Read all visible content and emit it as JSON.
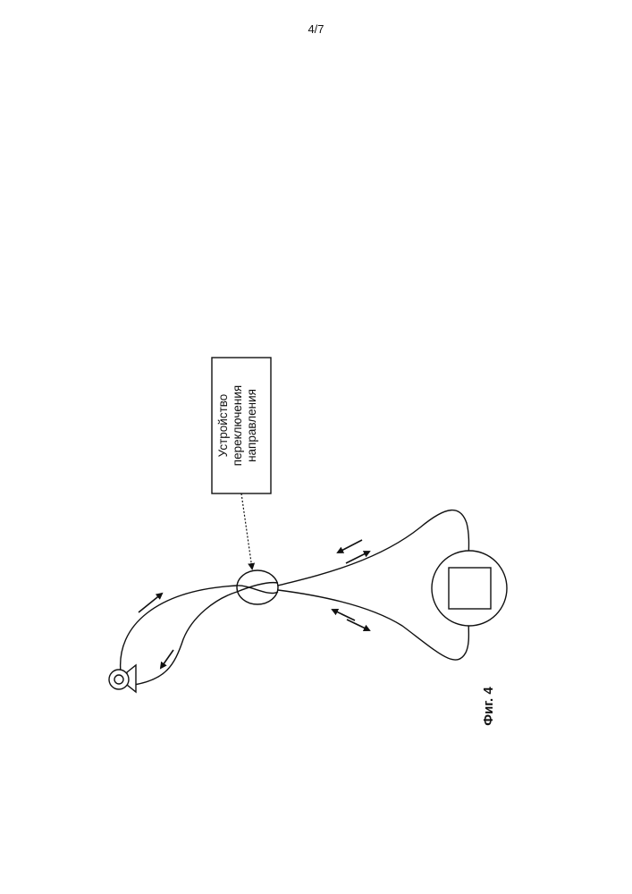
{
  "page": {
    "number": "4/7"
  },
  "diagram": {
    "switch_label_lines": [
      "Устройство",
      "переключения",
      "направления"
    ],
    "figure_caption": "Фиг. 4"
  }
}
